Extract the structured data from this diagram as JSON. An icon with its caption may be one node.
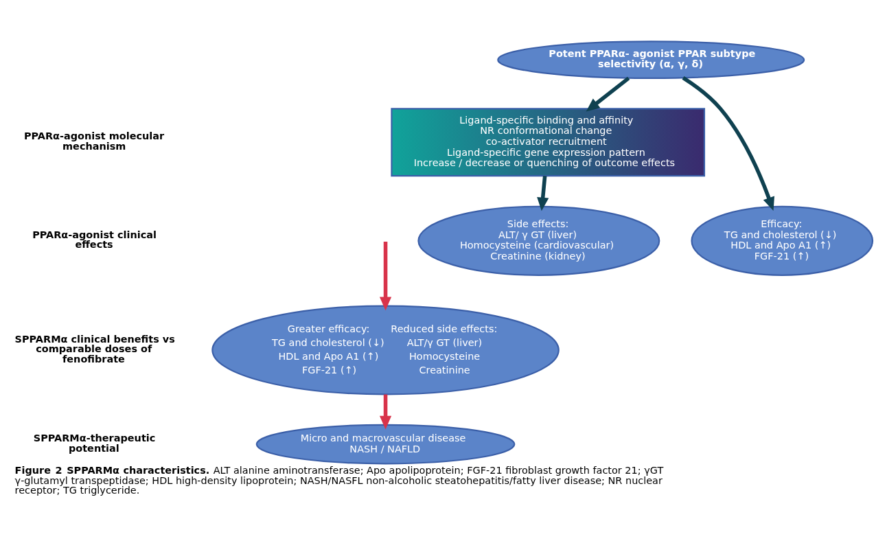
{
  "diagram": {
    "caption": "**Figure 2 SPPARMα characteristics.** ALT alanine aminotransferase; Apo apolipoprotein; FGF-21 fibroblast growth factor 21; γGT γ-glutamyl transpeptidase; HDL high-density lipoprotein; NASH/NASFL non-alcoholic steatohepatitis/fatty liver disease; NR nuclear receptor; TG triglyceride.",
    "nodes": [
      {
        "text": [
          "Potent PPARα- agonist PPAR subtype selectivity (α, γ, δ)"
        ]
      },
      {
        "text": [
          "Ligand-specific binding and affinity",
          "NR conformational change",
          "co-activator recruitment",
          "Ligand-specific gene expression pattern",
          "Increase / decrease or quenching of outcome effects"
        ]
      },
      {
        "text": [
          "Efficacy:",
          "TG and cholesterol (↓)",
          "HDL and Apo A1 (↑)",
          "FGF-21 (↑)"
        ]
      },
      {
        "text": [
          "Side effects:",
          "ALT/ γ GT (liver)",
          "Homocysteine (cardiovascular)",
          "Creatinine (kidney)"
        ]
      },
      {
        "text": [
          "Greater efficacy:",
          "TG and cholesterol (↓)",
          "HDL and Apo A1 (↑)",
          "FGF-21 (↑)",
          "Reduced side effects:",
          "ALT/γ GT (liver)",
          "Homocysteine",
          "Creatinine"
        ]
      },
      {
        "text": [
          "Micro and macrovascular disease",
          "NASH / NAFLD"
        ]
      }
    ],
    "edges": [
      {
        "from": 0,
        "to": 2,
        "arrow": "to"
      },
      {
        "from": 0,
        "to": 1,
        "arrow": "to"
      },
      {
        "from": 1,
        "to": 3,
        "arrow": "to"
      },
      {
        "from": null,
        "to": 4,
        "arrow": "to",
        "color": "#d8334a"
      },
      {
        "from": 4,
        "to": 5,
        "arrow": "to",
        "color": "#d8334a"
      }
    ],
    "labels": [
      "PPARα-agonist molecular mechanism",
      "PPARα-agonist clinical effects",
      "SPPARMα clinical benefits vs comparable doses of fenofibrate",
      "SPPARMα-therapeutic potential"
    ]
  }
}
